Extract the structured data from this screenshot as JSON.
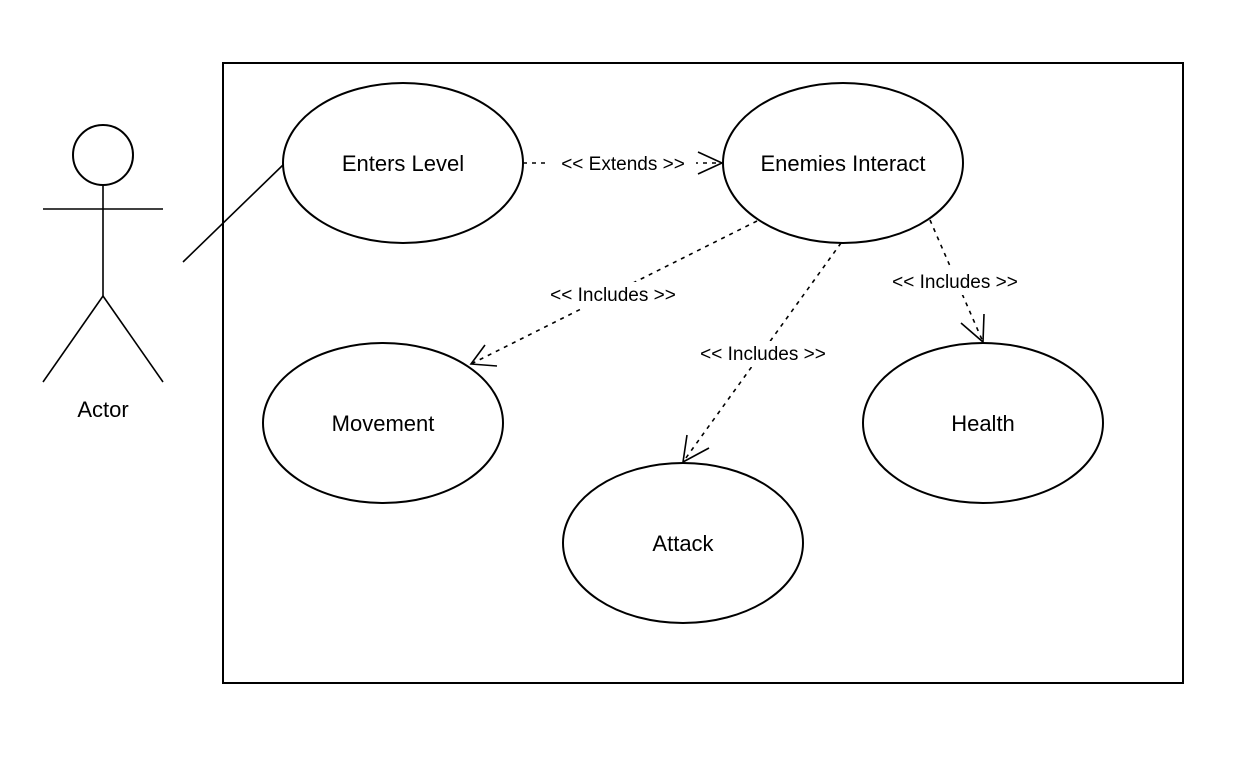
{
  "actor": {
    "label": "Actor"
  },
  "use_cases": {
    "enters_level": "Enters Level",
    "enemies_interact": "Enemies Interact",
    "movement": "Movement",
    "attack": "Attack",
    "health": "Health"
  },
  "relations": {
    "extends": "<< Extends >>",
    "includes_movement": "<< Includes >>",
    "includes_attack": "<< Includes >>",
    "includes_health": "<< Includes >>"
  }
}
